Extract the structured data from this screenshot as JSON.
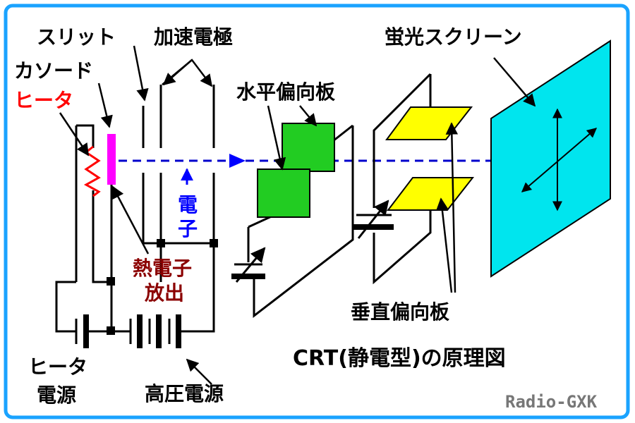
{
  "labels": {
    "slit": "スリット",
    "accel_electrode": "加速電極",
    "cathode": "カソード",
    "heater": "ヒータ",
    "horizontal_plates": "水平偏向板",
    "fluorescent_screen": "蛍光スクリーン",
    "electron_char1": "電",
    "electron_char2": "子",
    "thermionic_line1": "熱電子",
    "thermionic_line2": "放出",
    "vertical_plates": "垂直偏向板",
    "heater_supply_line1": "ヒータ",
    "heater_supply_line2": "電源",
    "high_voltage_supply": "高圧電源",
    "title": "CRT(静電型)の原理図",
    "credit": "Radio-GXK"
  },
  "colors": {
    "border": "#1aa3ff",
    "heater_text": "#ff0000",
    "heater_coil": "#ff0000",
    "cathode": "#ff00ff",
    "electron_text": "#0000ff",
    "beam": "#0000cc",
    "thermionic_text": "#8b0000",
    "horizontal_plate": "#22cc22",
    "vertical_plate": "#ffff00",
    "screen": "#00e5ee",
    "credit_text": "#777777"
  },
  "icons": {
    "beam_arrow": "arrowhead-icon",
    "batteries": "battery-symbol-icon",
    "variable_capacitor": "variable-capacitor-icon"
  }
}
